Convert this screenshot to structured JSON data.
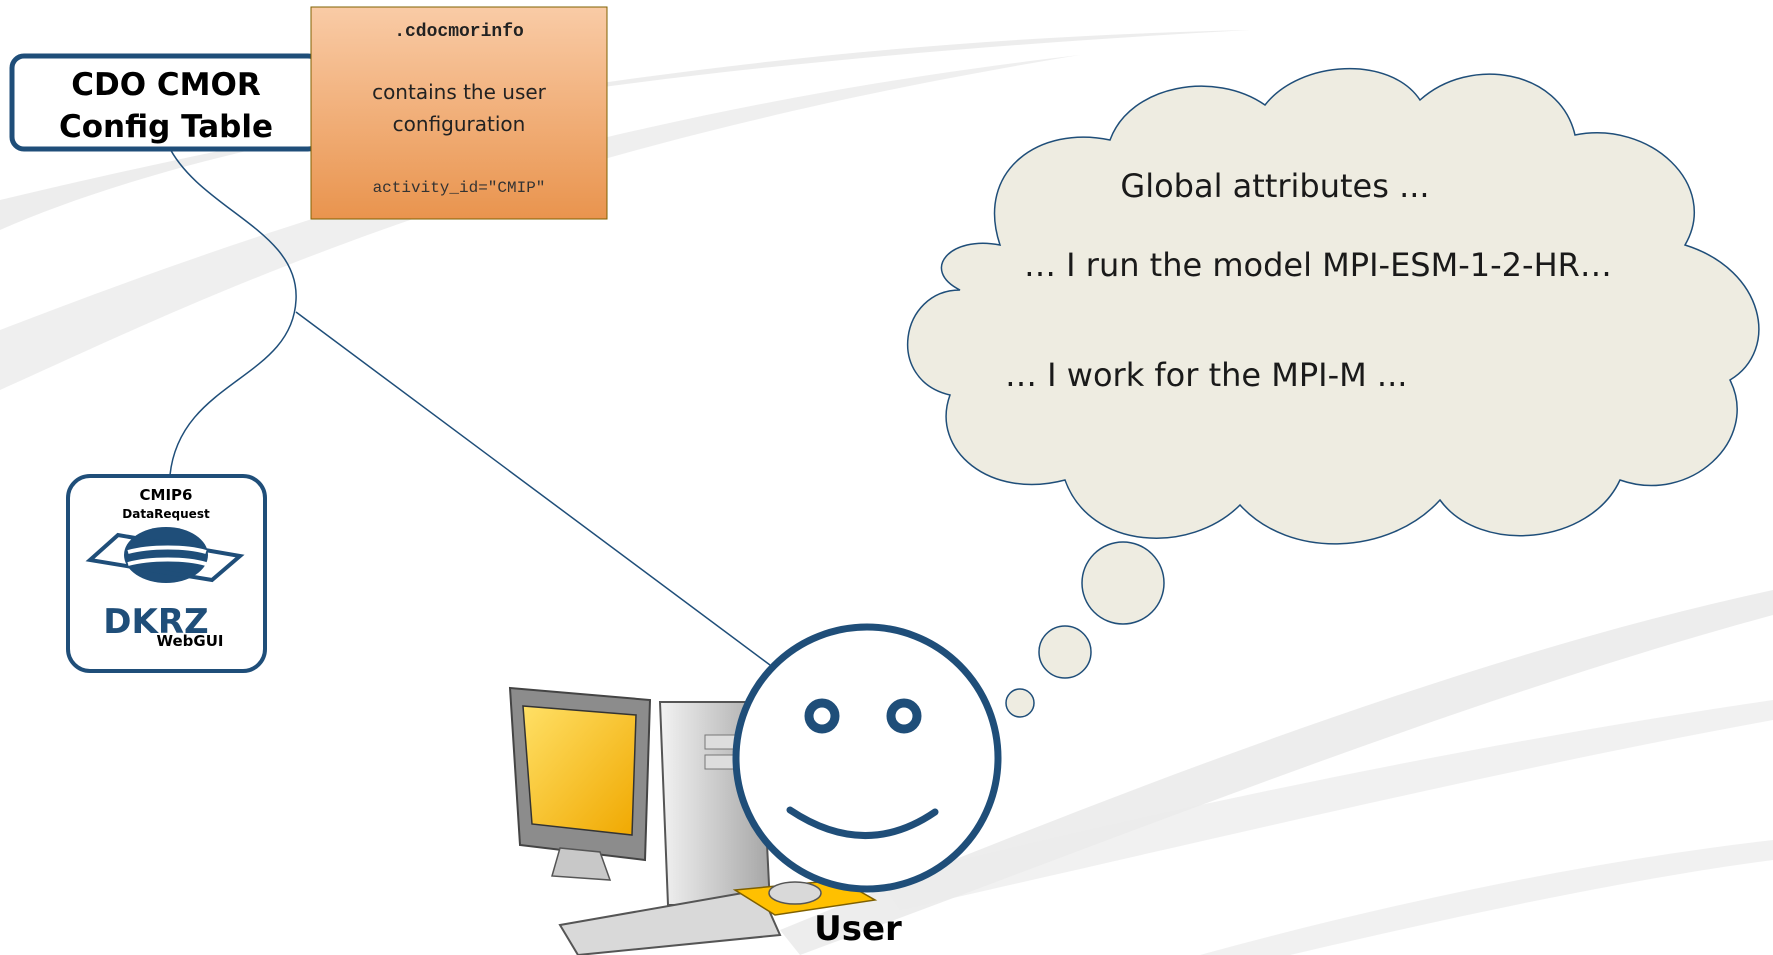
{
  "config_table": {
    "line1": "CDO CMOR",
    "line2": "Config Table"
  },
  "info_note": {
    "filename": ".cdocmorinfo",
    "desc_line1": "contains the user",
    "desc_line2": "configuration",
    "code": "activity_id=\"CMIP\""
  },
  "webgui_logo": {
    "line1": "CMIP6",
    "line2": "DataRequest",
    "brand": "DKRZ",
    "sub": "WebGUI"
  },
  "thought_cloud": {
    "line1": "Global attributes ...",
    "line2": "… I run the model  MPI-ESM-1-2-HR…",
    "line3": "… I work for the MPI-M ..."
  },
  "user_label": "User",
  "colors": {
    "navy": "#1f4e79",
    "note_fill": "#f4b183",
    "cloud_fill": "#eeece1",
    "swoosh": "#e8e8e8",
    "screen_yellow": "#ffc000"
  }
}
